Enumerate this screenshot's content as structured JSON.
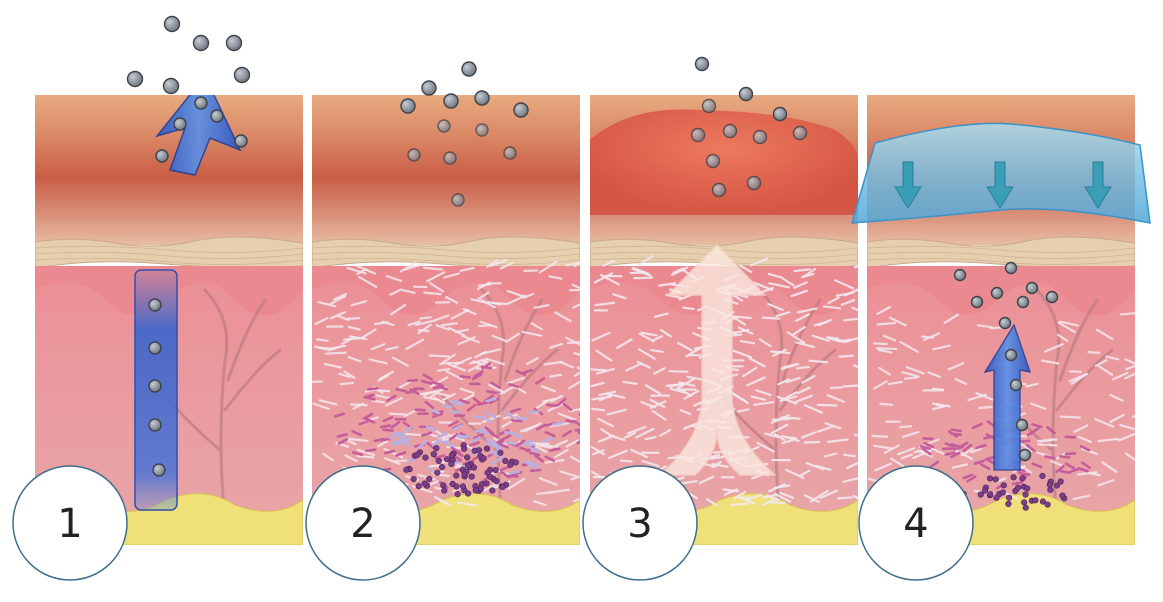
{
  "panels": [
    {
      "number": "1"
    },
    {
      "number": "2"
    },
    {
      "number": "3"
    },
    {
      "number": "4"
    }
  ],
  "colors": {
    "skin_top": "#e6a57c",
    "skin_band": "#cd6248",
    "inflamed": "#e8604c",
    "horny_layer": "#e6cfae",
    "dermis": "#ee9aa0",
    "dermis_deep": "#e7a1a5",
    "fat": "#efe07a",
    "blue_arrow": "#3c74d8",
    "cooling_pad": "#8ecde6",
    "particle": "#7d8289",
    "fiber": "#f3e8ef",
    "cell_pink": "#c65d9b",
    "cell_purple": "#7c3d8c",
    "circle_border": "#3f6f8c"
  }
}
